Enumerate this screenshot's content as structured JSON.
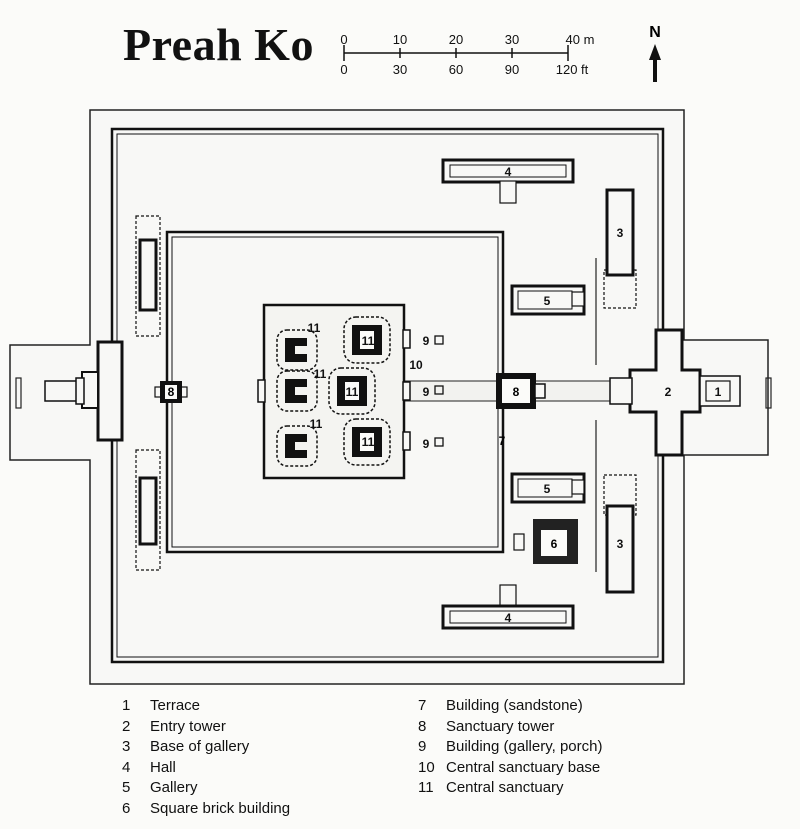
{
  "title": "Preah Ko",
  "scale": {
    "metric_ticks": [
      "0",
      "10",
      "20",
      "30",
      "40 m"
    ],
    "imperial_ticks": [
      "0",
      "30",
      "60",
      "90",
      "120 ft"
    ]
  },
  "north_label": "N",
  "plan_labels": {
    "terrace": "1",
    "entry_tower": "2",
    "gallery_base": "3",
    "hall": "4",
    "gallery": "5",
    "brick_building": "6",
    "sandstone_building": "7",
    "sanctuary_tower": "8",
    "porch_building": "9",
    "sanctuary_base": "10",
    "central_sanctuary": "11"
  },
  "legend": {
    "left": [
      {
        "num": "1",
        "label": "Terrace"
      },
      {
        "num": "2",
        "label": "Entry tower"
      },
      {
        "num": "3",
        "label": "Base of gallery"
      },
      {
        "num": "4",
        "label": "Hall"
      },
      {
        "num": "5",
        "label": "Gallery"
      },
      {
        "num": "6",
        "label": "Square brick building"
      }
    ],
    "right": [
      {
        "num": "7",
        "label": "Building (sandstone)"
      },
      {
        "num": "8",
        "label": "Sanctuary tower"
      },
      {
        "num": "9",
        "label": "Building (gallery, porch)"
      },
      {
        "num": "10",
        "label": "Central sanctuary base"
      },
      {
        "num": "11",
        "label": "Central sanctuary"
      }
    ]
  }
}
